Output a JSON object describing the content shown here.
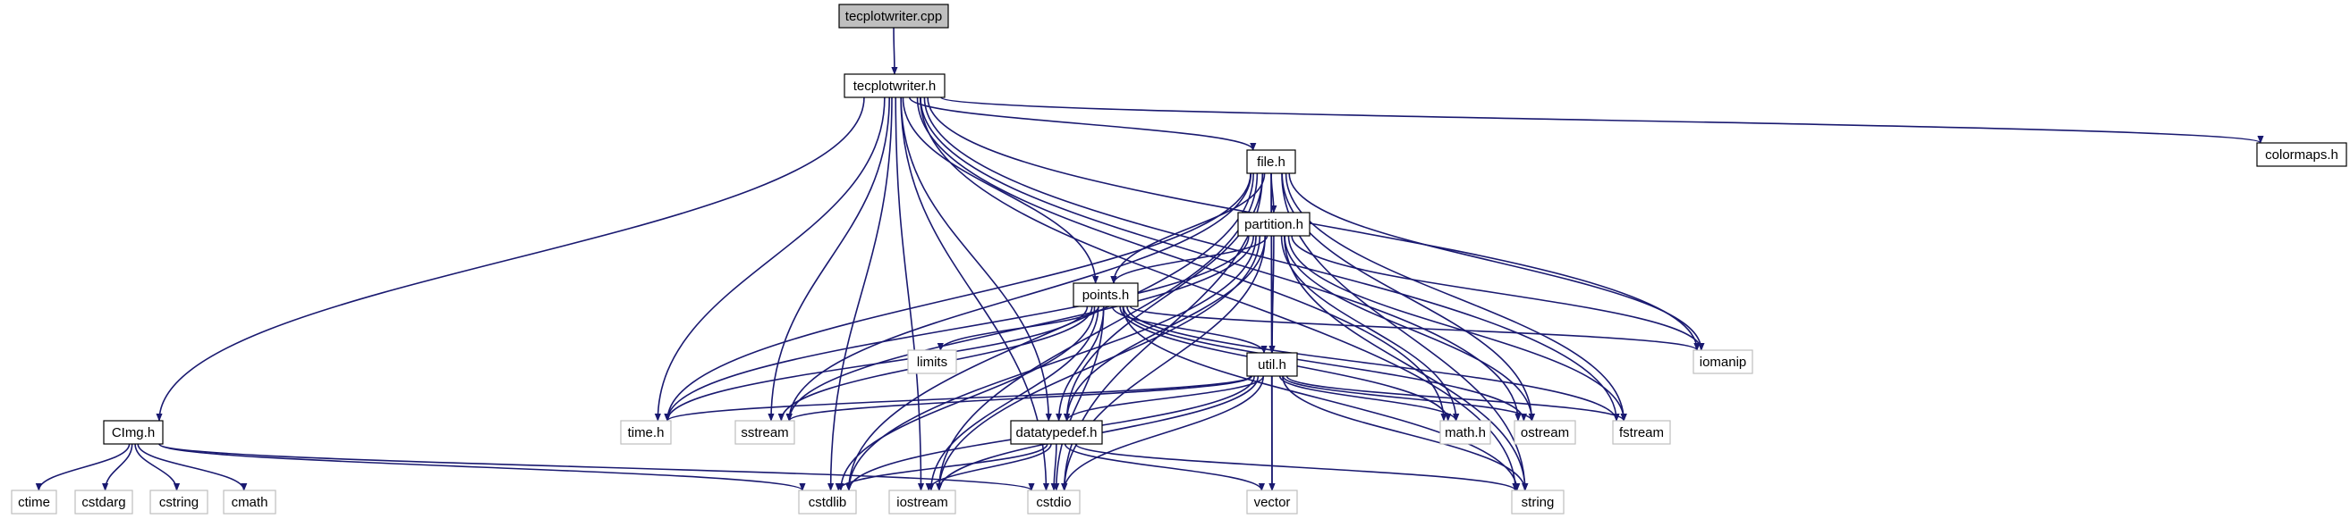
{
  "diagram": {
    "nodes": [
      {
        "id": "tecplotwriter_cpp",
        "label": "tecplotwriter.cpp",
        "kind": "root"
      },
      {
        "id": "tecplotwriter_h",
        "label": "tecplotwriter.h",
        "kind": "doc"
      },
      {
        "id": "file_h",
        "label": "file.h",
        "kind": "doc"
      },
      {
        "id": "colormaps_h",
        "label": "colormaps.h",
        "kind": "doc"
      },
      {
        "id": "partition_h",
        "label": "partition.h",
        "kind": "doc"
      },
      {
        "id": "points_h",
        "label": "points.h",
        "kind": "doc"
      },
      {
        "id": "util_h",
        "label": "util.h",
        "kind": "doc"
      },
      {
        "id": "datatypedef_h",
        "label": "datatypedef.h",
        "kind": "doc"
      },
      {
        "id": "CImg_h",
        "label": "CImg.h",
        "kind": "doc"
      },
      {
        "id": "limits",
        "label": "limits",
        "kind": "sys"
      },
      {
        "id": "iomanip",
        "label": "iomanip",
        "kind": "sys"
      },
      {
        "id": "time_h",
        "label": "time.h",
        "kind": "sys"
      },
      {
        "id": "sstream",
        "label": "sstream",
        "kind": "sys"
      },
      {
        "id": "math_h",
        "label": "math.h",
        "kind": "sys"
      },
      {
        "id": "ostream",
        "label": "ostream",
        "kind": "sys"
      },
      {
        "id": "fstream",
        "label": "fstream",
        "kind": "sys"
      },
      {
        "id": "ctime",
        "label": "ctime",
        "kind": "sys"
      },
      {
        "id": "cstdarg",
        "label": "cstdarg",
        "kind": "sys"
      },
      {
        "id": "cstring",
        "label": "cstring",
        "kind": "sys"
      },
      {
        "id": "cmath",
        "label": "cmath",
        "kind": "sys"
      },
      {
        "id": "cstdlib",
        "label": "cstdlib",
        "kind": "sys"
      },
      {
        "id": "iostream",
        "label": "iostream",
        "kind": "sys"
      },
      {
        "id": "cstdio",
        "label": "cstdio",
        "kind": "sys"
      },
      {
        "id": "vector",
        "label": "vector",
        "kind": "sys"
      },
      {
        "id": "string",
        "label": "string",
        "kind": "sys"
      }
    ],
    "edges": [
      [
        "tecplotwriter_cpp",
        "tecplotwriter_h"
      ],
      [
        "tecplotwriter_h",
        "file_h"
      ],
      [
        "tecplotwriter_h",
        "colormaps_h"
      ],
      [
        "tecplotwriter_h",
        "points_h"
      ],
      [
        "tecplotwriter_h",
        "datatypedef_h"
      ],
      [
        "tecplotwriter_h",
        "CImg_h"
      ],
      [
        "tecplotwriter_h",
        "time_h"
      ],
      [
        "tecplotwriter_h",
        "sstream"
      ],
      [
        "tecplotwriter_h",
        "iomanip"
      ],
      [
        "tecplotwriter_h",
        "math_h"
      ],
      [
        "tecplotwriter_h",
        "ostream"
      ],
      [
        "tecplotwriter_h",
        "fstream"
      ],
      [
        "tecplotwriter_h",
        "cstdlib"
      ],
      [
        "tecplotwriter_h",
        "iostream"
      ],
      [
        "tecplotwriter_h",
        "cstdio"
      ],
      [
        "tecplotwriter_h",
        "string"
      ],
      [
        "file_h",
        "partition_h"
      ],
      [
        "file_h",
        "points_h"
      ],
      [
        "file_h",
        "util_h"
      ],
      [
        "file_h",
        "datatypedef_h"
      ],
      [
        "file_h",
        "iomanip"
      ],
      [
        "file_h",
        "time_h"
      ],
      [
        "file_h",
        "sstream"
      ],
      [
        "file_h",
        "ostream"
      ],
      [
        "file_h",
        "fstream"
      ],
      [
        "file_h",
        "cstdlib"
      ],
      [
        "file_h",
        "iostream"
      ],
      [
        "file_h",
        "cstdio"
      ],
      [
        "file_h",
        "vector"
      ],
      [
        "file_h",
        "string"
      ],
      [
        "partition_h",
        "points_h"
      ],
      [
        "partition_h",
        "util_h"
      ],
      [
        "partition_h",
        "datatypedef_h"
      ],
      [
        "partition_h",
        "iomanip"
      ],
      [
        "partition_h",
        "time_h"
      ],
      [
        "partition_h",
        "sstream"
      ],
      [
        "partition_h",
        "math_h"
      ],
      [
        "partition_h",
        "ostream"
      ],
      [
        "partition_h",
        "fstream"
      ],
      [
        "partition_h",
        "cstdlib"
      ],
      [
        "partition_h",
        "iostream"
      ],
      [
        "partition_h",
        "cstdio"
      ],
      [
        "partition_h",
        "string"
      ],
      [
        "points_h",
        "util_h"
      ],
      [
        "points_h",
        "datatypedef_h"
      ],
      [
        "points_h",
        "limits"
      ],
      [
        "points_h",
        "iomanip"
      ],
      [
        "points_h",
        "time_h"
      ],
      [
        "points_h",
        "sstream"
      ],
      [
        "points_h",
        "math_h"
      ],
      [
        "points_h",
        "ostream"
      ],
      [
        "points_h",
        "fstream"
      ],
      [
        "points_h",
        "cstdlib"
      ],
      [
        "points_h",
        "iostream"
      ],
      [
        "points_h",
        "cstdio"
      ],
      [
        "points_h",
        "string"
      ],
      [
        "util_h",
        "datatypedef_h"
      ],
      [
        "util_h",
        "time_h"
      ],
      [
        "util_h",
        "sstream"
      ],
      [
        "util_h",
        "math_h"
      ],
      [
        "util_h",
        "ostream"
      ],
      [
        "util_h",
        "fstream"
      ],
      [
        "util_h",
        "cstdlib"
      ],
      [
        "util_h",
        "iostream"
      ],
      [
        "util_h",
        "cstdio"
      ],
      [
        "util_h",
        "vector"
      ],
      [
        "util_h",
        "string"
      ],
      [
        "datatypedef_h",
        "cstdlib"
      ],
      [
        "datatypedef_h",
        "iostream"
      ],
      [
        "datatypedef_h",
        "cstdio"
      ],
      [
        "datatypedef_h",
        "vector"
      ],
      [
        "datatypedef_h",
        "string"
      ],
      [
        "CImg_h",
        "ctime"
      ],
      [
        "CImg_h",
        "cstdarg"
      ],
      [
        "CImg_h",
        "cstring"
      ],
      [
        "CImg_h",
        "cmath"
      ],
      [
        "CImg_h",
        "cstdlib"
      ],
      [
        "CImg_h",
        "cstdio"
      ]
    ]
  },
  "colors": {
    "edge": "#191970",
    "root_fill": "#bfbfbf",
    "sys_border": "#bfbfbf",
    "doc_border": "#000000"
  }
}
